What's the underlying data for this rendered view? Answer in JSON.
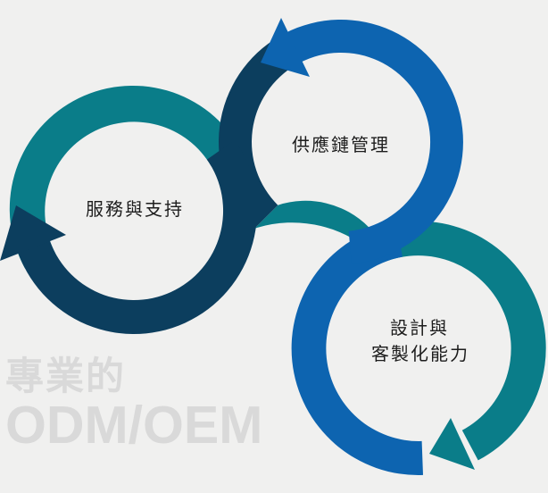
{
  "diagram": {
    "type": "interlocking-cycle-arrows",
    "items": [
      {
        "id": "service",
        "label": "服務與支持"
      },
      {
        "id": "supply-chain",
        "label": "供應鏈管理"
      },
      {
        "id": "design",
        "label_line1": "設計與",
        "label_line2": "客製化能力"
      }
    ]
  },
  "watermark": {
    "line1": "專業的",
    "line2": "ODM/OEM"
  },
  "colors": {
    "teal": "#0A7D89",
    "navy": "#0C3E5E",
    "blue": "#0D64B0",
    "background": "#F0F0EF",
    "watermark_text": "#D9D9D9",
    "label_text": "#1D1D1D"
  }
}
